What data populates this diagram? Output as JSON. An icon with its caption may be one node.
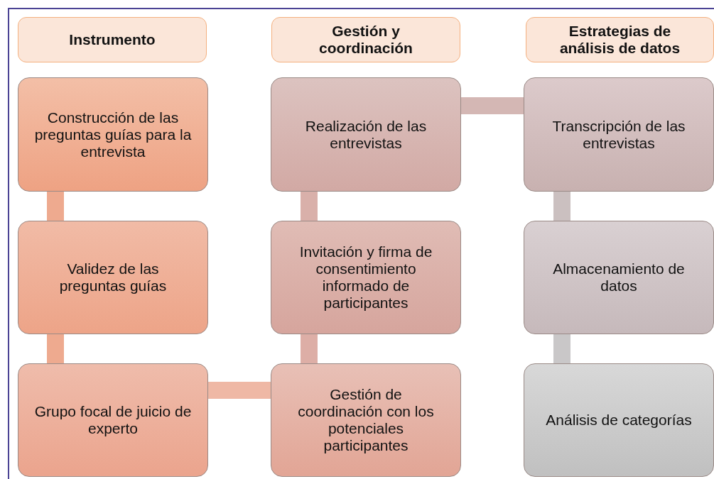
{
  "diagram": {
    "nodes": [
      {
        "text": [
          "Instrumento"
        ]
      },
      {
        "text": [
          "Gestión y coordinación"
        ]
      },
      {
        "text": [
          "Estrategias de análisis de datos"
        ]
      },
      {
        "text": [
          "Construcción de las preguntas guías para la entrevista"
        ]
      },
      {
        "text": [
          "Validez de las preguntas guías"
        ]
      },
      {
        "text": [
          "Grupo focal de juicio de experto"
        ]
      },
      {
        "text": [
          "Realización de las entrevistas"
        ]
      },
      {
        "text": [
          "Invitación y firma de consentimiento informado de participantes"
        ]
      },
      {
        "text": [
          "Gestión de coordinación con los potenciales participantes"
        ]
      },
      {
        "text": [
          "Transcripción de las entrevistas"
        ]
      },
      {
        "text": [
          "Almacenamiento de datos"
        ]
      },
      {
        "text": [
          "Análisis de categorías"
        ]
      }
    ],
    "edges": [
      {
        "from": 3,
        "to": 4,
        "arrow": "none",
        "color": "#eeaa8f"
      },
      {
        "from": 4,
        "to": 5,
        "arrow": "none",
        "color": "#eeaa8f"
      },
      {
        "from": 5,
        "to": 8,
        "arrow": "none",
        "color": "#efb8a5"
      },
      {
        "from": 8,
        "to": 7,
        "arrow": "none",
        "color": "#ddaea6"
      },
      {
        "from": 7,
        "to": 6,
        "arrow": "none",
        "color": "#d9b0aa"
      },
      {
        "from": 6,
        "to": 9,
        "arrow": "none",
        "color": "#d4b7b4"
      },
      {
        "from": 9,
        "to": 10,
        "arrow": "none",
        "color": "#cbc0c0"
      },
      {
        "from": 10,
        "to": 11,
        "arrow": "none",
        "color": "#c9c7c8"
      }
    ]
  }
}
